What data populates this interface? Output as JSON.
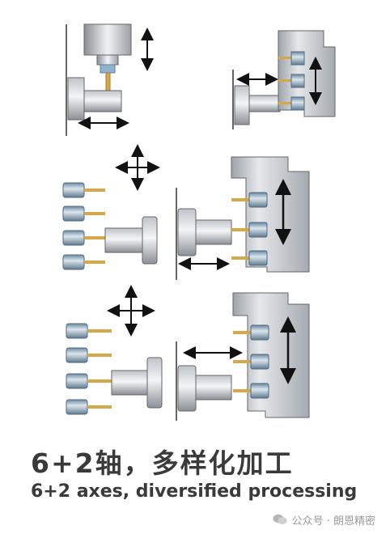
{
  "title": {
    "cn": "6+2轴，多样化加工",
    "en": "6+2 axes, diversified processing"
  },
  "watermark": {
    "icon": "wechat-icon",
    "text": "公众号 · 朗恩精密"
  },
  "colors": {
    "text": "#3a3a3a",
    "watermark": "#9a9a9a",
    "metal_light": "#e8eaec",
    "metal_dark": "#7c8288",
    "tool_brass": "#d4a84b",
    "tool_blue": "#8fb3cf",
    "arrow": "#111111"
  }
}
